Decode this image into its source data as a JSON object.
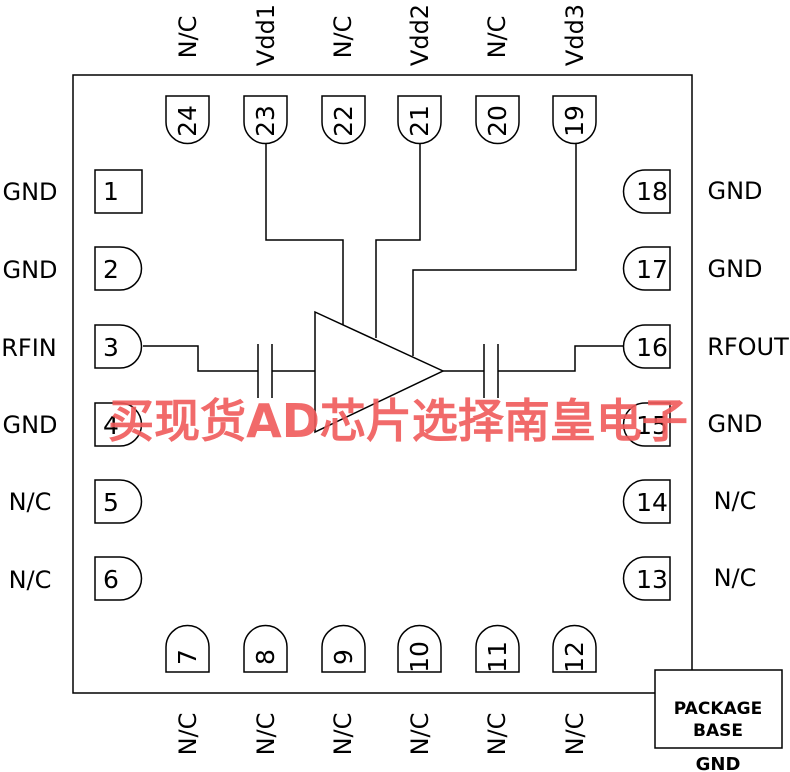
{
  "pins": {
    "p1": "1",
    "p2": "2",
    "p3": "3",
    "p4": "4",
    "p5": "5",
    "p6": "6",
    "p7": "7",
    "p8": "8",
    "p9": "9",
    "p10": "10",
    "p11": "11",
    "p12": "12",
    "p13": "13",
    "p14": "14",
    "p15": "15",
    "p16": "16",
    "p17": "17",
    "p18": "18",
    "p19": "19",
    "p20": "20",
    "p21": "21",
    "p22": "22",
    "p23": "23",
    "p24": "24"
  },
  "labels": {
    "p1": "GND",
    "p2": "GND",
    "p3": "RFIN",
    "p4": "GND",
    "p5": "N/C",
    "p6": "N/C",
    "p7": "N/C",
    "p8": "N/C",
    "p9": "N/C",
    "p10": "N/C",
    "p11": "N/C",
    "p12": "N/C",
    "p13": "N/C",
    "p14": "N/C",
    "p15": "GND",
    "p16": "RFOUT",
    "p17": "GND",
    "p18": "GND",
    "p19": "Vdd3",
    "p20": "N/C",
    "p21": "Vdd2",
    "p22": "N/C",
    "p23": "Vdd1",
    "p24": "N/C"
  },
  "package_base": {
    "line1": "PACKAGE",
    "line2": "BASE",
    "pin": "GND"
  },
  "watermark": "买现货AD芯片选择南皇电子"
}
